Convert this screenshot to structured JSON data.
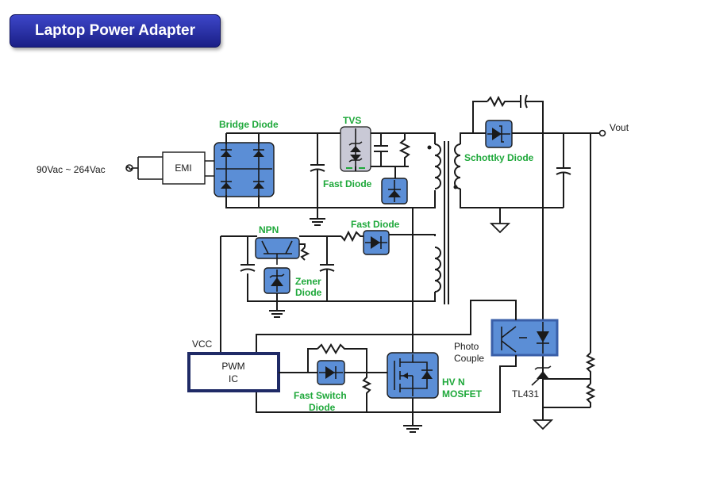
{
  "title": "Laptop Power Adapter",
  "input_label": "90Vac ~ 264Vac",
  "labels": {
    "emi": "EMI",
    "bridge_diode": "Bridge Diode",
    "tvs": "TVS",
    "fast_diode_top": "Fast Diode",
    "fast_diode_mid": "Fast Diode",
    "schottky": "Schottky Diode",
    "vout": "Vout",
    "npn_1": "NPN",
    "zener_1": "Zener",
    "zener_2": "Diode",
    "vcc": "VCC",
    "pwm_1": "PWM",
    "pwm_2": "IC",
    "photo_1": "Photo",
    "photo_2": "Couple",
    "fast_switch_1": "Fast Switch",
    "fast_switch_2": "Diode",
    "mosfet_1": "HV N",
    "mosfet_2": "MOSFET",
    "tl431": "TL431"
  },
  "colors": {
    "component_fill": "#5b8ed6",
    "label_green": "#1ea83a",
    "title_bg": "#2a32a8",
    "pwm_border": "#1f2a66",
    "photo_border": "#3a5fa8"
  }
}
